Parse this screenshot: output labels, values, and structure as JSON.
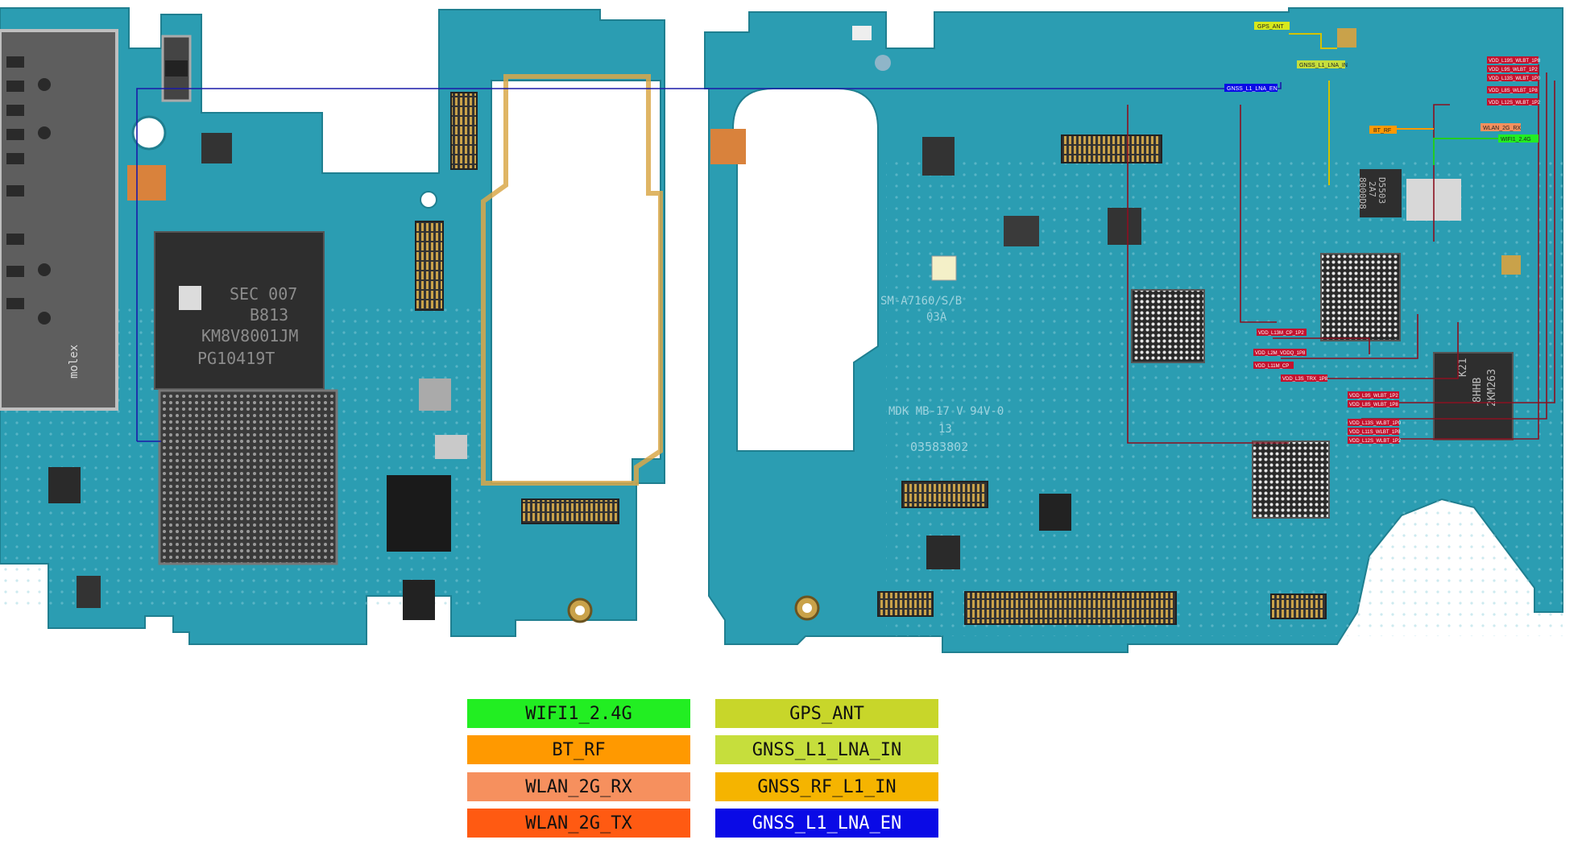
{
  "legend": [
    {
      "label": "WIFI1_2.4G",
      "color": "#22ee22",
      "text_color": "#111111"
    },
    {
      "label": "GPS_ANT",
      "color": "#c8d62a",
      "text_color": "#111111"
    },
    {
      "label": "BT_RF",
      "color": "#ff9900",
      "text_color": "#111111"
    },
    {
      "label": "GNSS_L1_LNA_IN",
      "color": "#c6de3c",
      "text_color": "#111111"
    },
    {
      "label": "WLAN_2G_RX",
      "color": "#f6905e",
      "text_color": "#111111"
    },
    {
      "label": "GNSS_RF_L1_IN",
      "color": "#f5b400",
      "text_color": "#111111"
    },
    {
      "label": "WLAN_2G_TX",
      "color": "#ff5a12",
      "text_color": "#111111"
    },
    {
      "label": "GNSS_L1_LNA_EN",
      "color": "#0a0ae6",
      "text_color": "#ffffff"
    }
  ],
  "board_left": {
    "memory_chip": [
      "SEC 007",
      "B813",
      "KM8V8001JM",
      "PG10419T"
    ],
    "connector_brand": "molex"
  },
  "board_right": {
    "model_text": [
      "SM-A7160/S/B",
      "03A"
    ],
    "mdk_text": "MDK MB-17 V 94V-0",
    "number_text": "13",
    "serial_text": "03583802",
    "chip_text": [
      "K21",
      "8HHB",
      "2KM263"
    ],
    "small_chip_text": [
      "D5503",
      "2A7",
      "8000D8"
    ]
  },
  "net_labels": {
    "gps_ant": "GPS_ANT",
    "gnss_lna_in": "GNSS_L1_LNA_IN",
    "gnss_lna_en": "GNSS_L1_LNA_EN",
    "bt_rf": "BT_RF",
    "wlan_rx": "WLAN_2G_RX",
    "wifi": "WIFI1_2.4G",
    "vdd_labels": [
      "VDD_L19S_WLBT_1P8",
      "VDD_L9S_WLBT_1P2",
      "VDD_L13S_WLBT_1P0",
      "VDD_L8S_WLBT_1P8",
      "VDD_L12S_WLBT_1P2",
      "VDD_L13M_CP_1P2",
      "VDD_L2M_VDDQ_1P8",
      "VDD_L11M_CP",
      "VDD_L3S_TRX_1P8",
      "VDD_L9S_WLBT_1P2",
      "VDD_L8S_WLBT_1P8",
      "VDD_L13S_WLBT_1P0",
      "VDD_L11S_WLBT_1P8",
      "VDD_L12S_WLBT_1P2"
    ]
  },
  "colors": {
    "pcb": "#2b9db2",
    "pcb_dark": "#1f8396",
    "trace_blue": "#1a1aa8",
    "trace_red": "#8b1020"
  }
}
